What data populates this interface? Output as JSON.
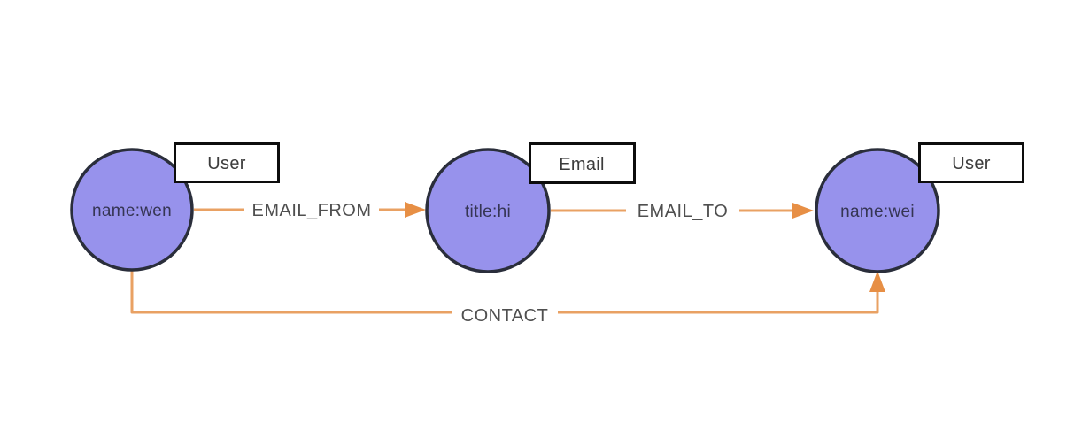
{
  "diagram": {
    "type": "graph",
    "nodes": [
      {
        "id": "n1",
        "label": "name:wen",
        "badge": "User"
      },
      {
        "id": "n2",
        "label": "title:hi",
        "badge": "Email"
      },
      {
        "id": "n3",
        "label": "name:wei",
        "badge": "User"
      }
    ],
    "edges": [
      {
        "label": "EMAIL_FROM",
        "from": "n1",
        "to": "n2"
      },
      {
        "label": "EMAIL_TO",
        "from": "n2",
        "to": "n3"
      },
      {
        "label": "CONTACT",
        "from": "n1",
        "to": "n3"
      }
    ]
  },
  "colors": {
    "background": "#ffffff",
    "node_fill": "#9792EC",
    "node_border": "#2A2E3B",
    "node_text": "#353553",
    "edge_line": "#E9A163",
    "edge_arrow": "#E78F45",
    "edge_label_text": "#4F4F4F",
    "badge_bg": "#ffffff",
    "badge_border": "#0D0D0D",
    "badge_text": "#3C3C3C"
  }
}
